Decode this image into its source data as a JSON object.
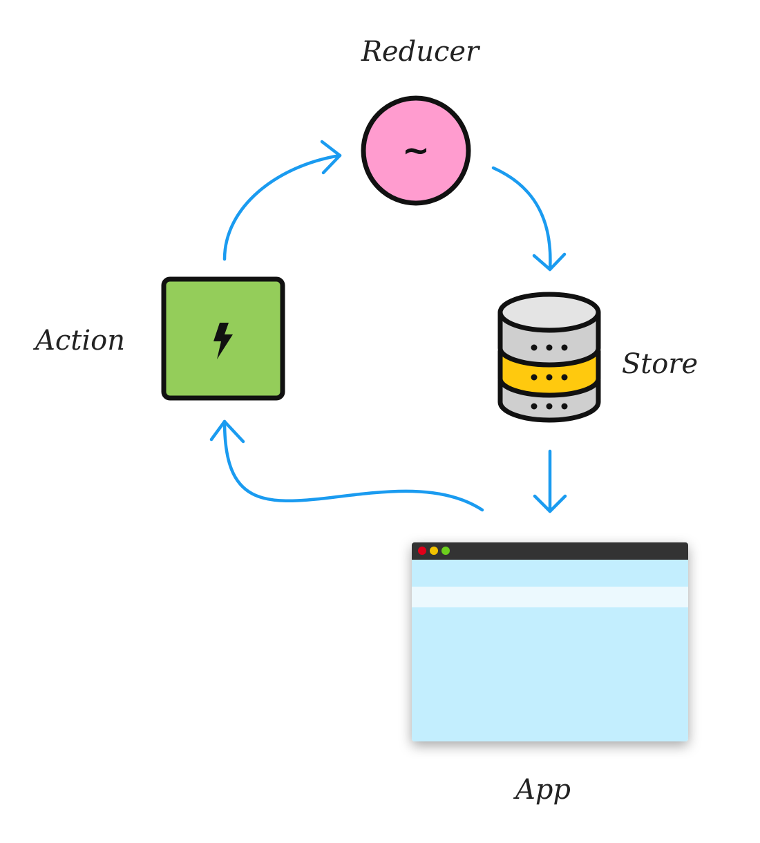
{
  "diagram": {
    "nodes": {
      "reducer": {
        "label": "Reducer",
        "icon": "tilde-icon",
        "glyph": "~",
        "color": "#ff9ccf"
      },
      "store": {
        "label": "Store",
        "icon": "database-icon",
        "colors": [
          "#e0e0e0",
          "#ffc90e",
          "#cfcfcf"
        ]
      },
      "action": {
        "label": "Action",
        "icon": "lightning-bolt-icon",
        "color": "#94cd5a"
      },
      "app": {
        "label": "App",
        "icon": "browser-window-icon",
        "color": "#c3eefe"
      }
    },
    "edges": [
      {
        "from": "action",
        "to": "reducer"
      },
      {
        "from": "reducer",
        "to": "store"
      },
      {
        "from": "store",
        "to": "app"
      },
      {
        "from": "app",
        "to": "action"
      }
    ],
    "arrow_color": "#1a9bf0"
  }
}
